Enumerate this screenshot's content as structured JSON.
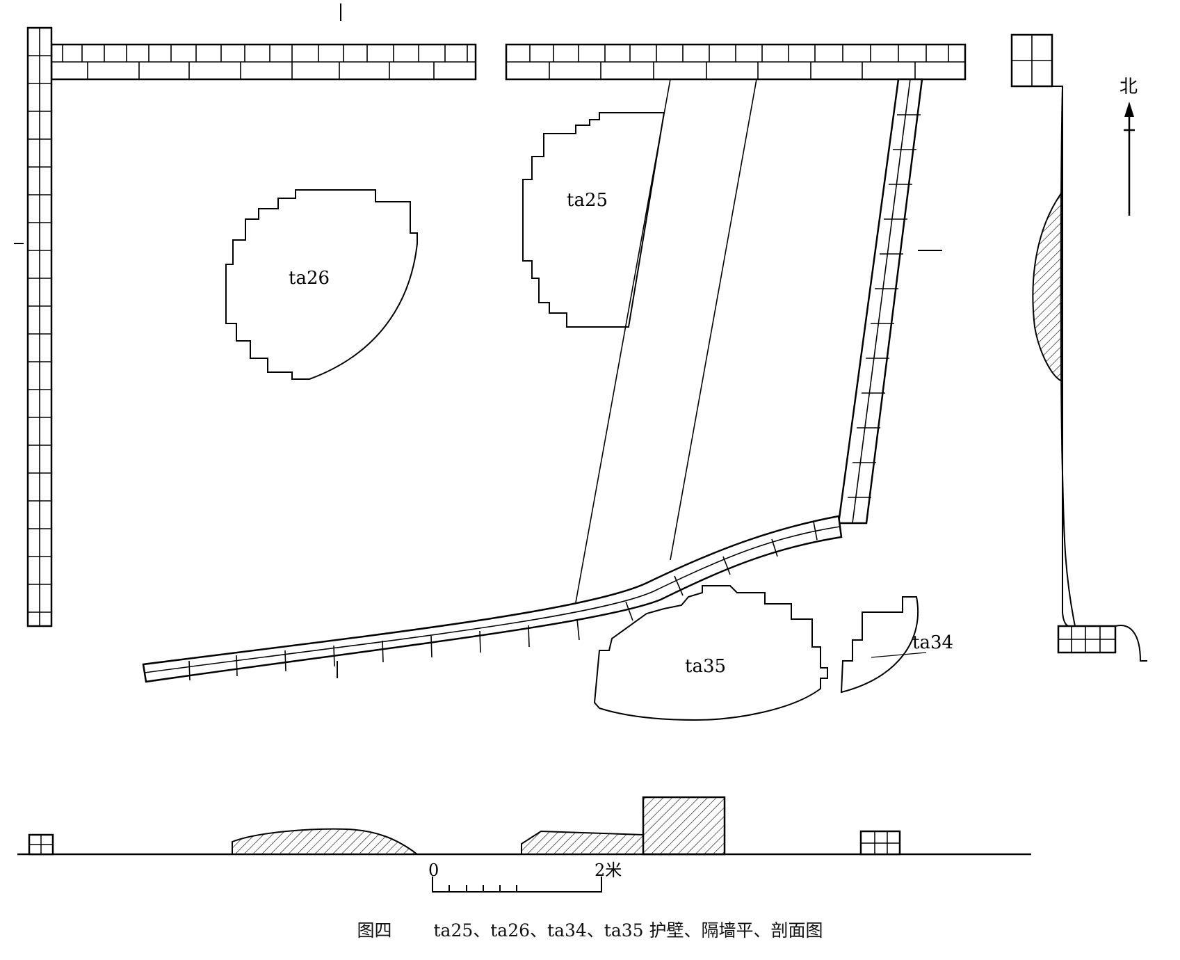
{
  "caption": {
    "figure_no": "图四",
    "title": "ta25、ta26、ta34、ta35 护壁、隔墙平、剖面图"
  },
  "labels": {
    "ta25": "ta25",
    "ta26": "ta26",
    "ta34": "ta34",
    "ta35": "ta35"
  },
  "north": {
    "label": "北"
  },
  "scale_bar": {
    "start": "0",
    "end": "2米"
  },
  "colors": {
    "ink": "#000000",
    "paper": "#ffffff"
  }
}
